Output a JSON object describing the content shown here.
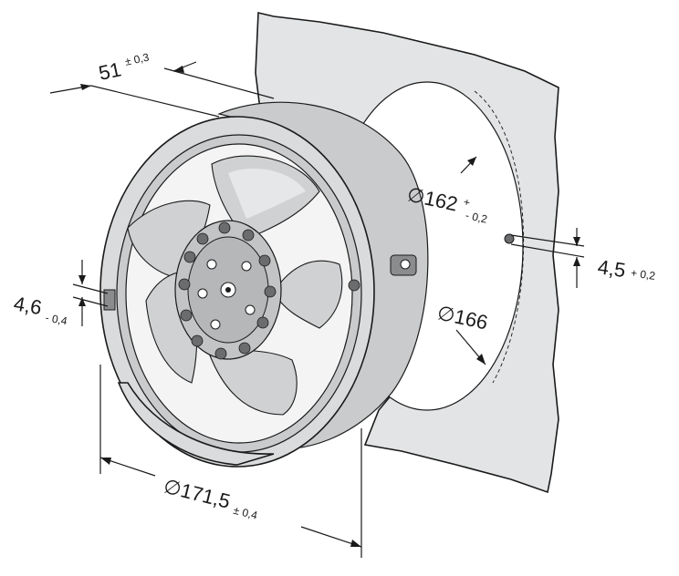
{
  "dimensions": {
    "depth": {
      "value": "51",
      "tol": "± 0,3"
    },
    "diameter_162": {
      "value": "∅162",
      "tol_upper": "+",
      "tol_lower": "- 0,2"
    },
    "slot": {
      "value": "4,5",
      "tol": "+ 0,2"
    },
    "diameter_166": {
      "value": "∅166"
    },
    "hole": {
      "value": "4,6",
      "tol": "- 0,4"
    },
    "diameter_1715": {
      "value": "∅171,5",
      "tol": "± 0,4"
    }
  },
  "colors": {
    "plate": "#e2e4e5",
    "housing": "#d9dbdc",
    "blade": "#cfd1d2",
    "line": "#1a1a1a"
  }
}
